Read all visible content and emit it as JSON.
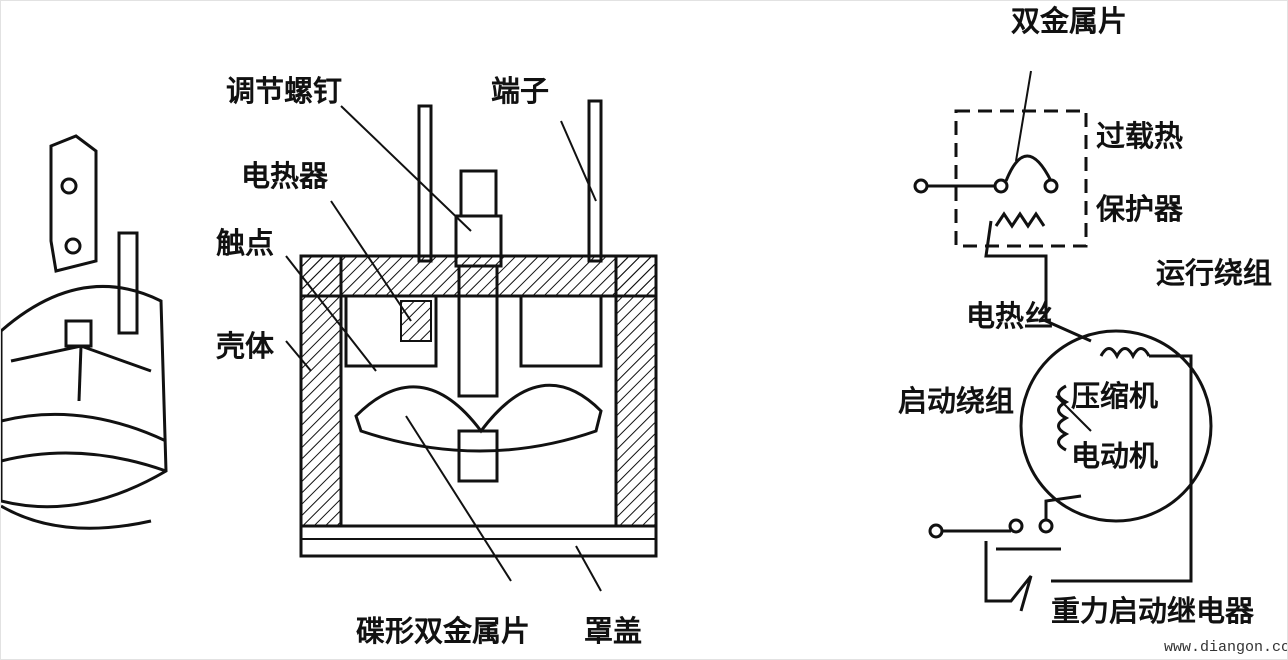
{
  "labels": {
    "adjust_screw": "调节螺钉",
    "terminal": "端子",
    "heater": "电热器",
    "contact": "触点",
    "housing": "壳体",
    "disc_bimetal": "碟形双金属片",
    "cover": "罩盖",
    "bimetal": "双金属片",
    "overload_1": "过载热",
    "overload_2": "保护器",
    "run_winding": "运行绕组",
    "heating_wire": "电热丝",
    "start_winding": "启动绕组",
    "motor_1": "压缩机",
    "motor_2": "电动机",
    "relay": "重力启动继电器"
  },
  "watermark": "www.diangon.com",
  "colors": {
    "ink": "#111111",
    "background": "#ffffff"
  }
}
